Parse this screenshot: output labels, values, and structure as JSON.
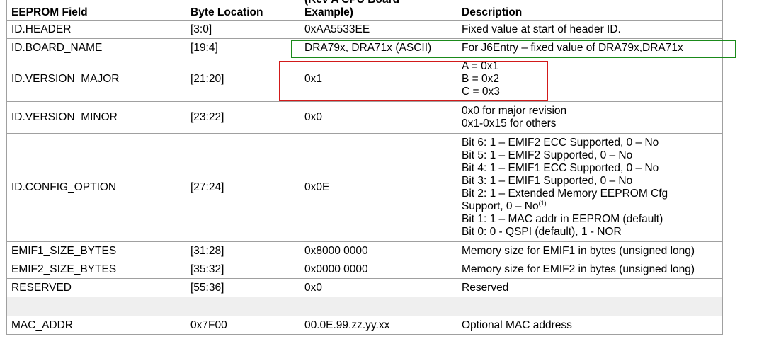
{
  "headers": {
    "field": "EEPROM Field",
    "location": "Byte Location",
    "value_line1": "(Rev A CPU Board",
    "value_line2": "Example)",
    "description": "Description"
  },
  "rows": [
    {
      "field": "ID.HEADER",
      "location": "[3:0]",
      "value": "0xAA5533EE",
      "description": [
        "Fixed value at start of header ID."
      ]
    },
    {
      "field": "ID.BOARD_NAME",
      "location": "[19:4]",
      "value": "DRA79x, DRA71x (ASCII)",
      "description": [
        "For J6Entry – fixed value of DRA79x,DRA71x"
      ]
    },
    {
      "field": "ID.VERSION_MAJOR",
      "location": "[21:20]",
      "value": "0x1",
      "description": [
        "A = 0x1",
        "B = 0x2",
        "C = 0x3"
      ]
    },
    {
      "field": "ID.VERSION_MINOR",
      "location": "[23:22]",
      "value": "0x0",
      "description": [
        "0x0 for major revision",
        "0x1-0x15 for others"
      ]
    },
    {
      "field": "ID.CONFIG_OPTION",
      "location": "[27:24]",
      "value": "0x0E",
      "description": [
        "Bit 6: 1 – EMIF2 ECC Supported, 0 – No",
        "Bit 5: 1 – EMIF2 Supported, 0 – No",
        "Bit 4: 1 – EMIF1 ECC Supported, 0 – No",
        "Bit 3: 1 – EMIF1 Supported, 0 – No",
        "Bit 2: 1 – Extended Memory EEPROM Cfg",
        "Support, 0 – No",
        "Bit 1: 1 – MAC addr in EEPROM (default)",
        "Bit 0: 0 - QSPI (default), 1 - NOR"
      ],
      "footnote_ref": "(1)"
    },
    {
      "field": "EMIF1_SIZE_BYTES",
      "location": "[31:28]",
      "value": "0x8000 0000",
      "description": [
        "Memory size for EMIF1 in bytes (unsigned long)"
      ]
    },
    {
      "field": "EMIF2_SIZE_BYTES",
      "location": "[35:32]",
      "value": "0x0000 0000",
      "description": [
        "Memory size for EMIF2 in bytes (unsigned long)"
      ]
    },
    {
      "field": "RESERVED",
      "location": "[55:36]",
      "value": "0x0",
      "description": [
        "Reserved"
      ]
    },
    {
      "field": "MAC_ADDR",
      "location": "0x7F00",
      "value": "00.0E.99.zz.yy.xx",
      "description": [
        "Optional MAC address"
      ]
    }
  ],
  "colors": {
    "green_box": "#1a8a1a",
    "red_box": "#d21a1a",
    "spacer_row": "#efefef"
  }
}
